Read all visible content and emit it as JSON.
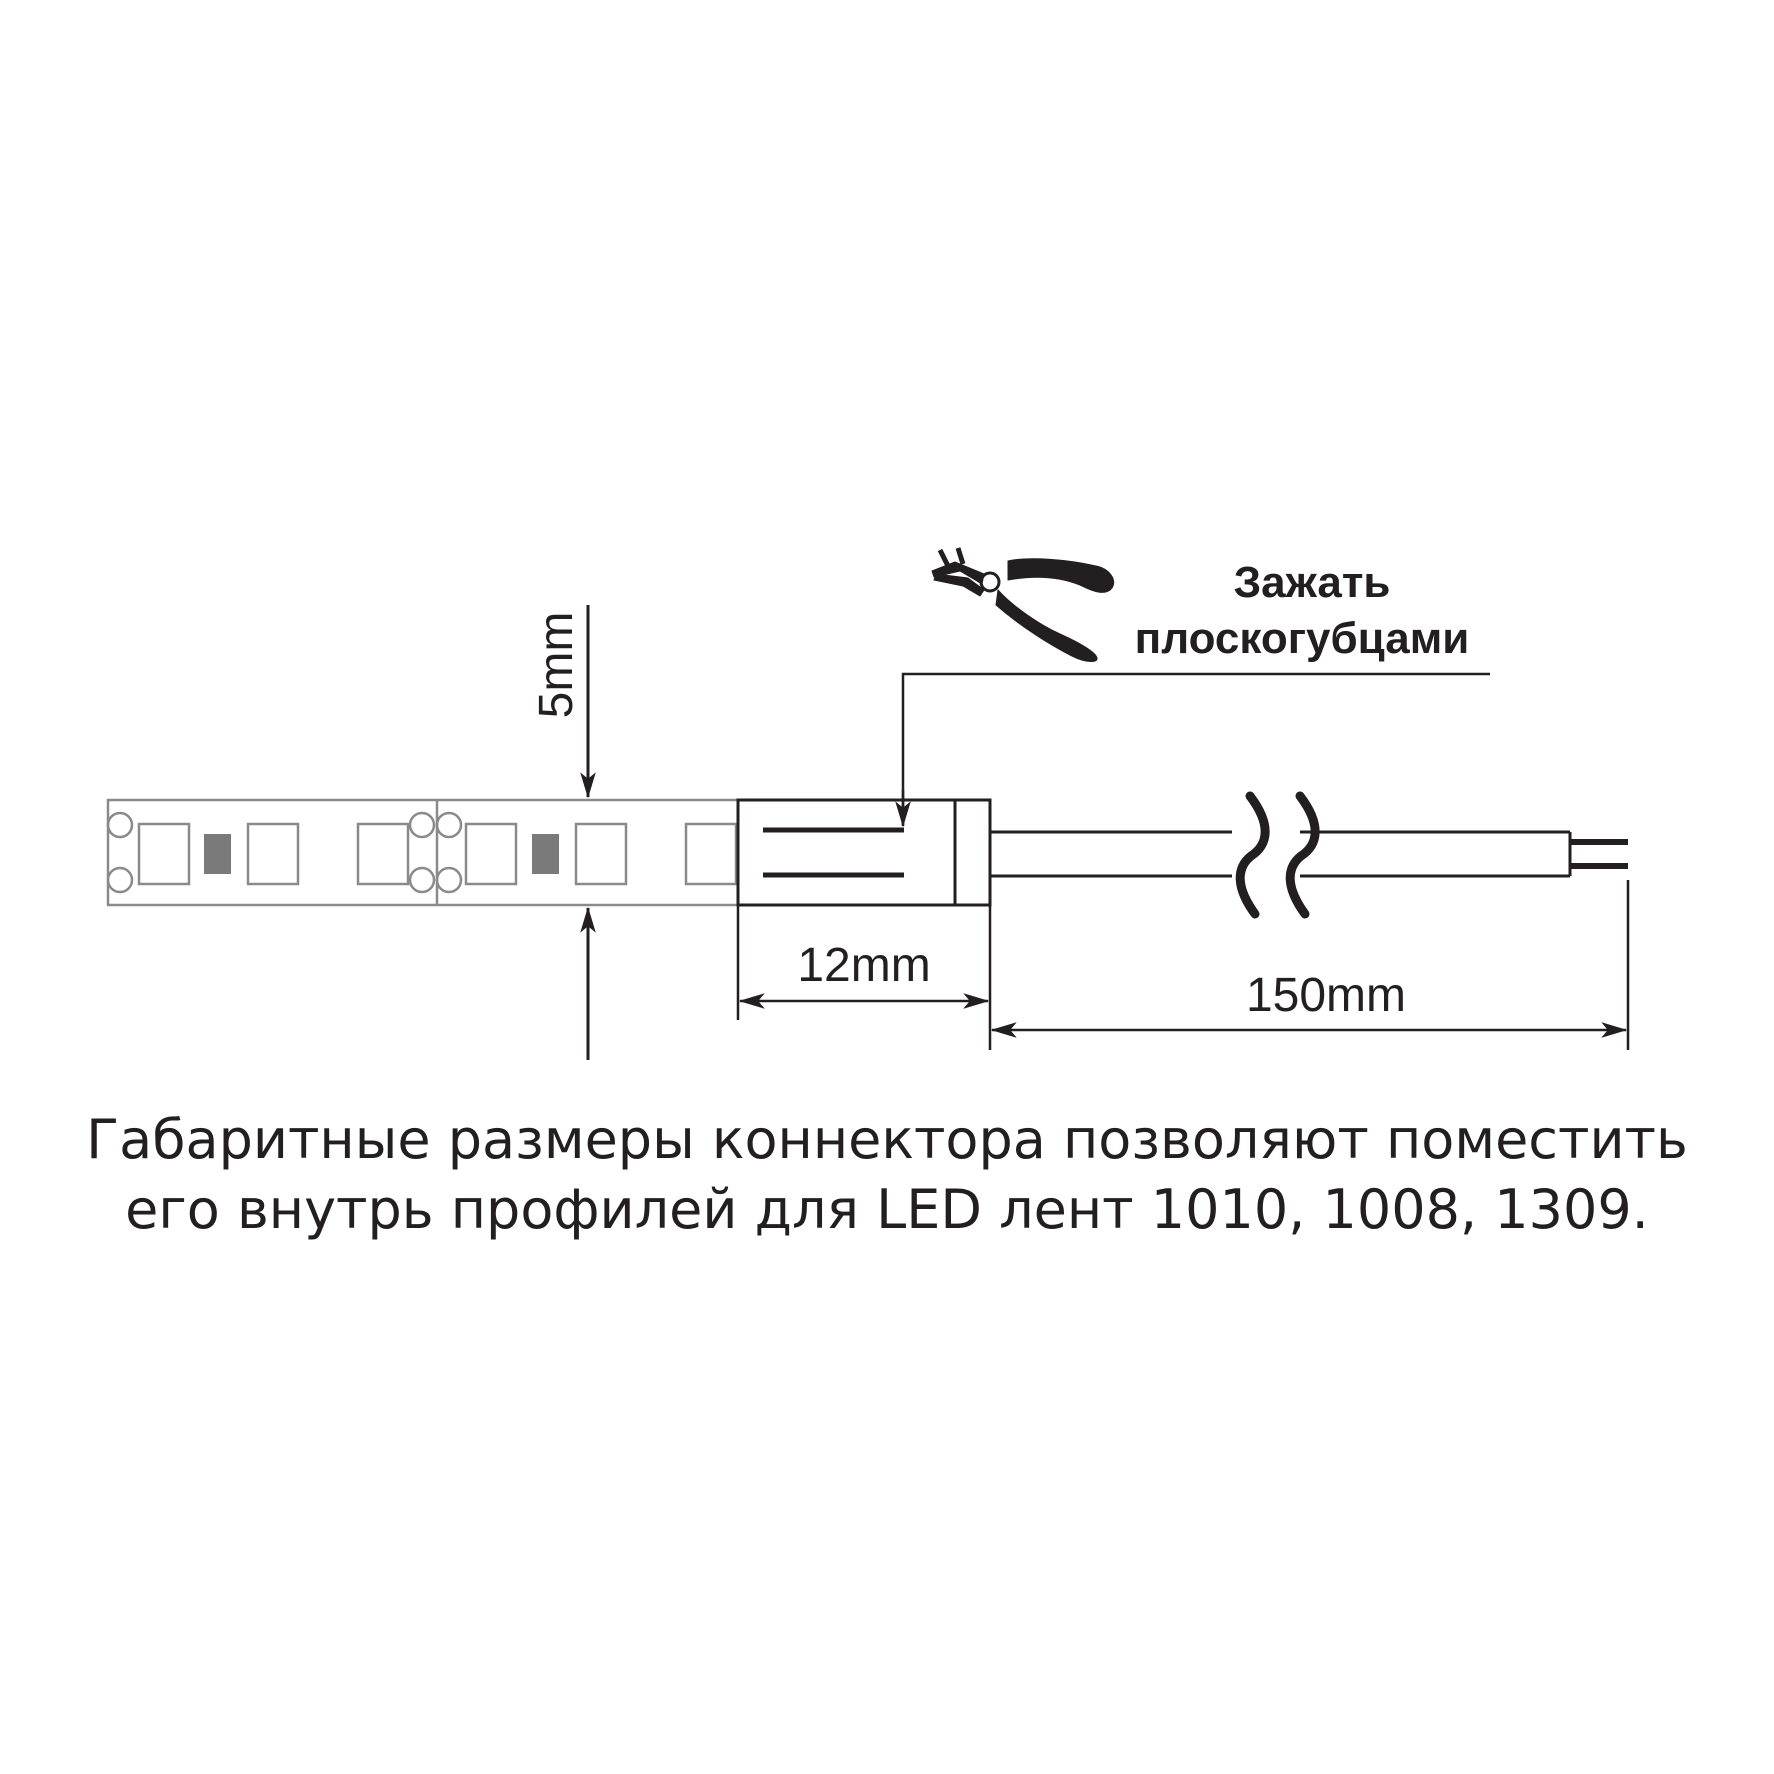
{
  "dimensions": {
    "height_label": "5mm",
    "connector_length_label": "12mm",
    "cable_length_label": "150mm"
  },
  "callout": {
    "line1": "Зажать",
    "line2": "плоскогубцами"
  },
  "caption": {
    "line1": "Габаритные размеры коннектора позволяют поместить",
    "line2": "его внутрь профилей для LED лент 1010, 1008, 1309."
  },
  "colors": {
    "ink": "#231f20",
    "strip_outline": "#8a8a8a",
    "led_chip": "#7a7a7a"
  },
  "icons": [
    "pliers-icon"
  ]
}
